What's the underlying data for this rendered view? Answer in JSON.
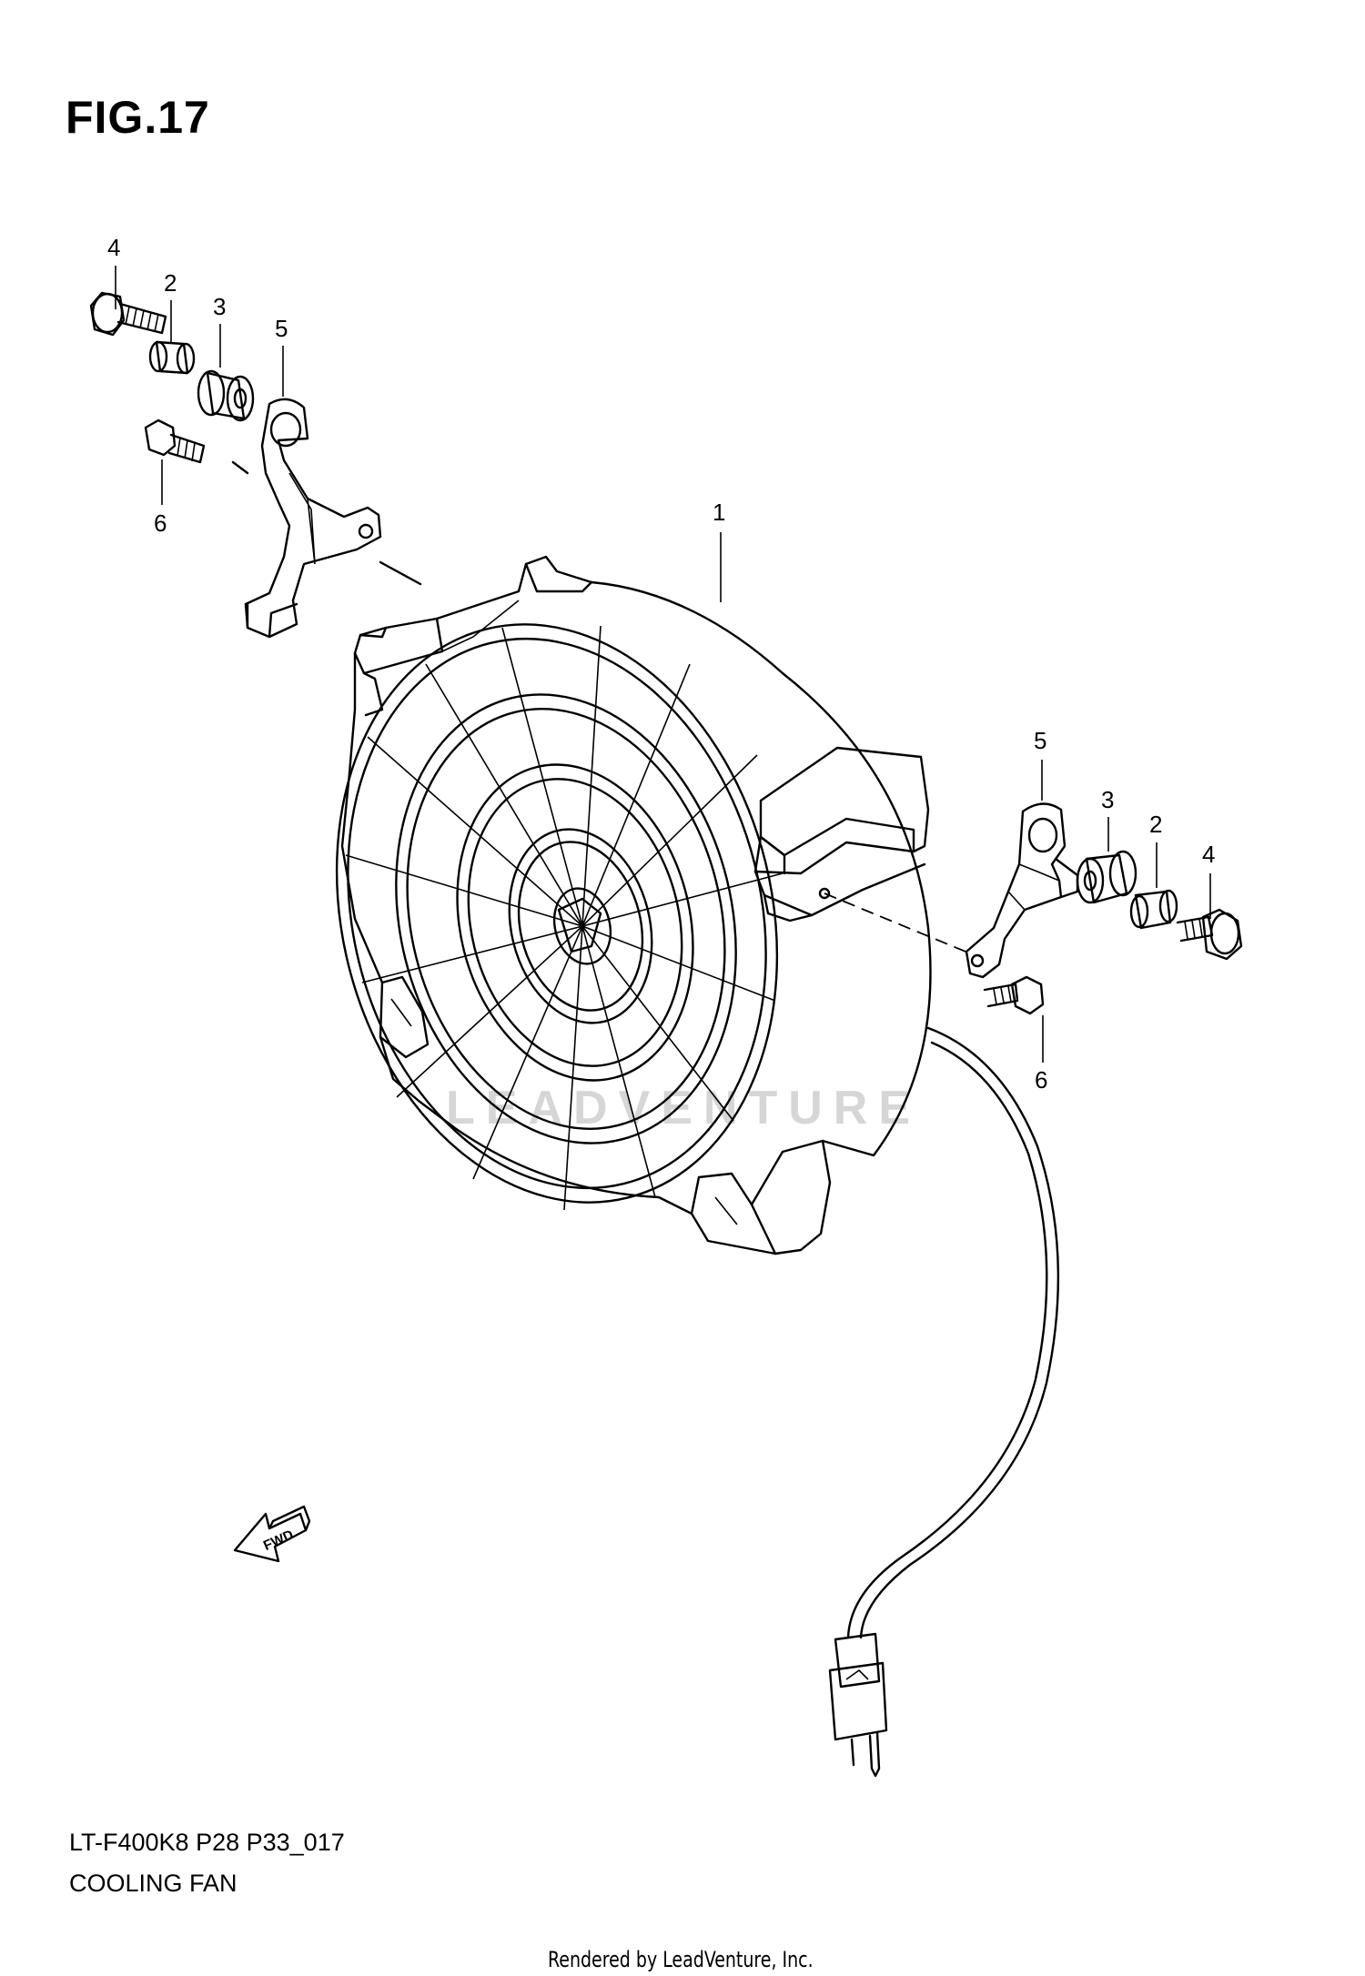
{
  "figure": {
    "title": "FIG.17",
    "model_code": "LT-F400K8 P28 P33_017",
    "name": "COOLING FAN"
  },
  "credit": "Rendered by LeadVenture, Inc.",
  "watermark": "LEADVENTURE",
  "direction_arrow": {
    "label": "FWD",
    "icon": "forward-arrow-icon"
  },
  "callouts": {
    "fan": "1",
    "spacer_left": "2",
    "cushion_left": "3",
    "bolt_left": "4",
    "bracket_left": "5",
    "screw_left": "6",
    "bracket_right": "5",
    "cushion_right": "3",
    "spacer_right": "2",
    "bolt_right": "4",
    "screw_right": "6"
  }
}
